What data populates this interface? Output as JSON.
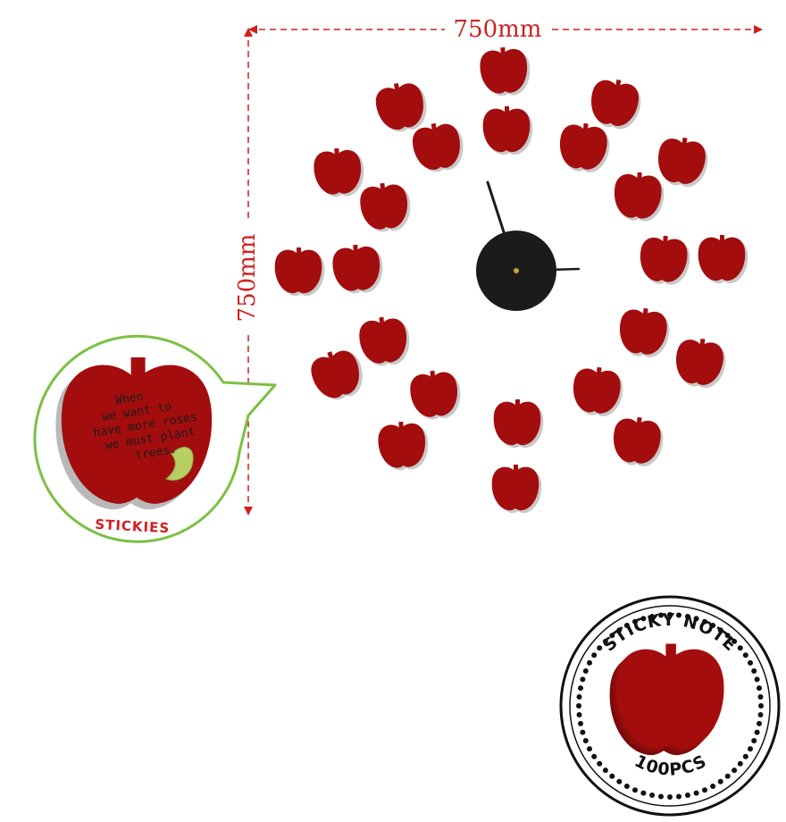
{
  "dimensions": {
    "width_label": "750mm",
    "height_label": "750mm"
  },
  "callout": {
    "note_lines": [
      "When",
      "we want to",
      "have more roses",
      "we must plant",
      "trees."
    ],
    "label": "STICKIES"
  },
  "stamp": {
    "top_text": "STICKY NOTE",
    "bottom_text": "100PCS"
  },
  "colors": {
    "apple": "#a30d0d",
    "apple_shadow": "#6e0a0a",
    "clock_face": "#1b1b1b",
    "dimension_line": "#d11f1f",
    "callout_border": "#7cc043",
    "note_curl": "#b7cf63",
    "stamp_ink": "#111111"
  },
  "icons": {
    "apple": "apple-sticky-note-icon",
    "clock": "wall-clock-icon",
    "stamp": "sticky-note-stamp-icon"
  }
}
